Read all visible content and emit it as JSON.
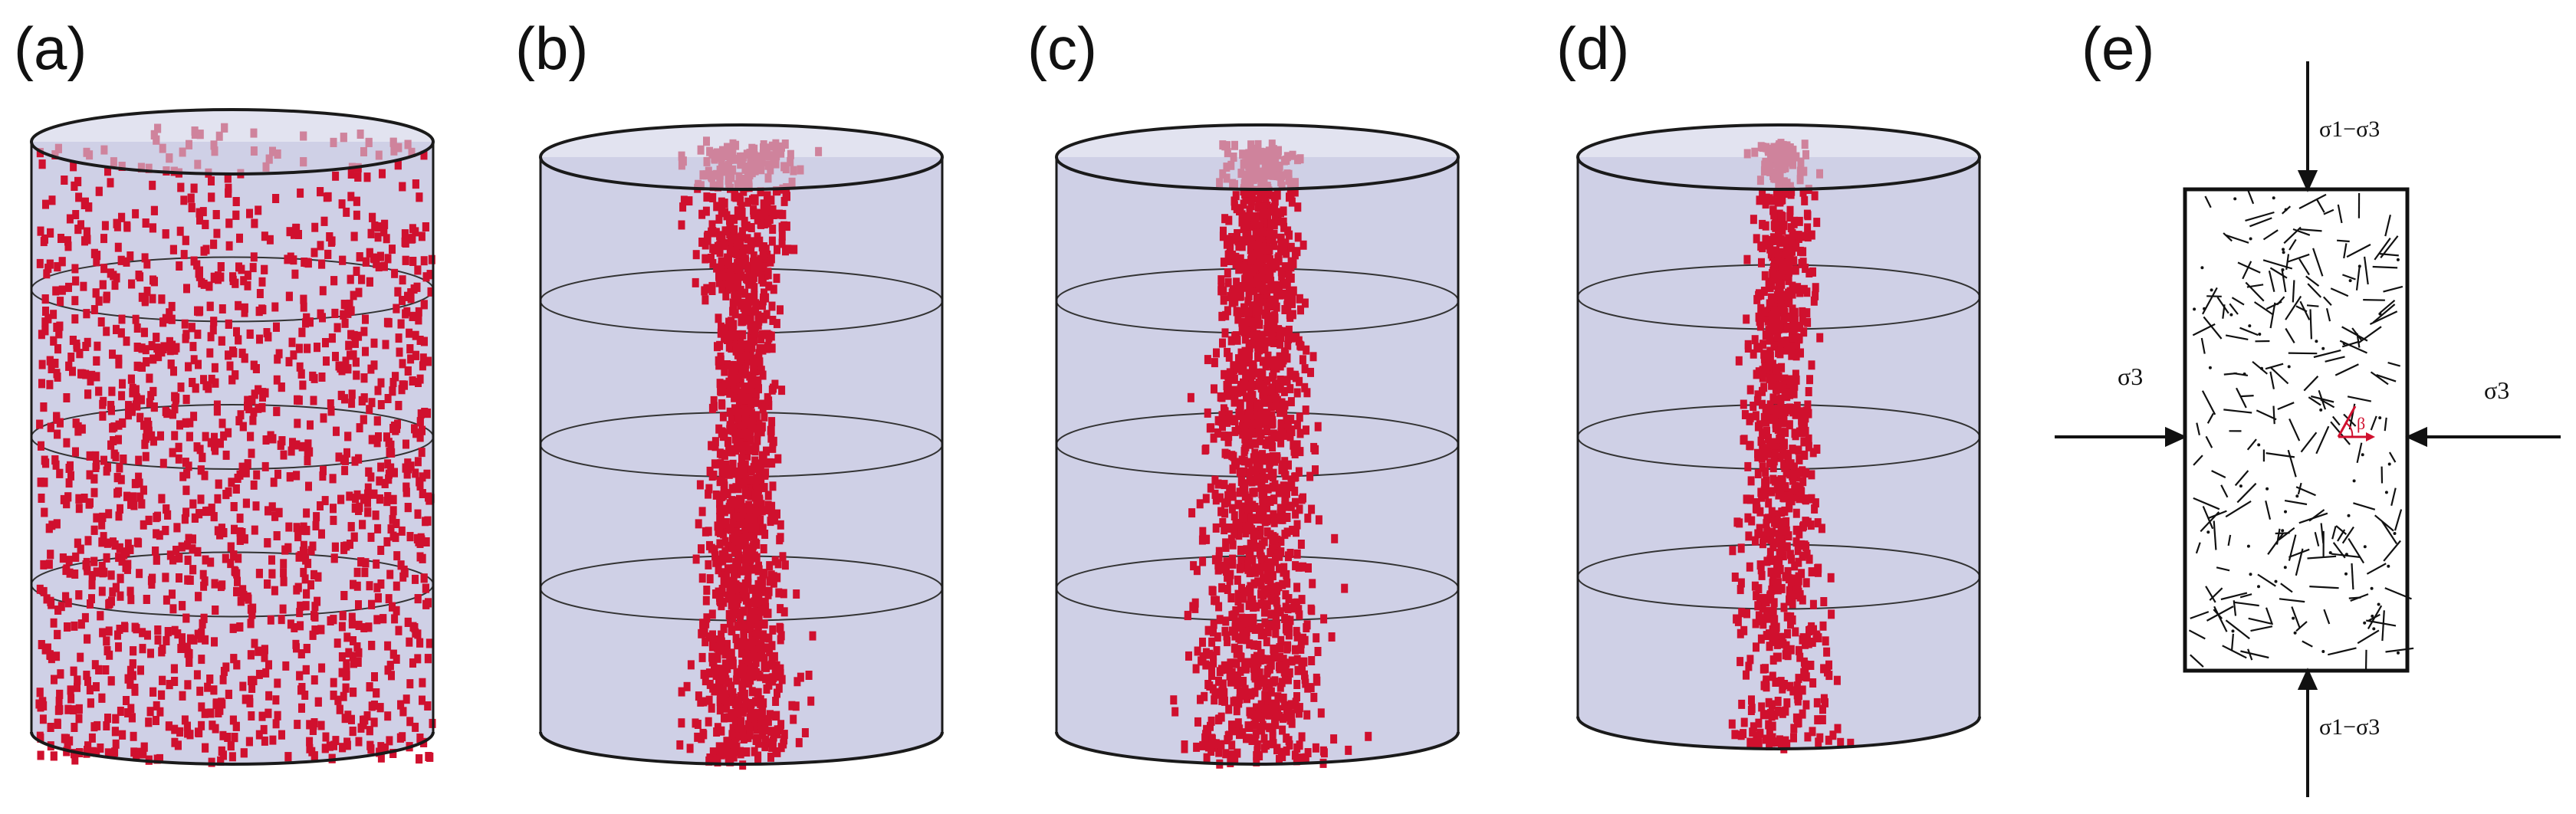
{
  "panels": [
    {
      "label": "(a)",
      "density": 1.0,
      "profile": "dense"
    },
    {
      "label": "(b)",
      "density": 0.55,
      "profile": "hourglass"
    },
    {
      "label": "(c)",
      "density": 0.6,
      "profile": "column"
    },
    {
      "label": "(d)",
      "density": 0.35,
      "profile": "narrow"
    },
    {
      "label": "(e)"
    }
  ],
  "stress_labels": {
    "top": "σ1−σ3",
    "bottom": "σ1−σ3",
    "left": "σ3",
    "right": "σ3",
    "angle": "β"
  },
  "colors": {
    "cylinder_fill": "#cfd0e6",
    "cylinder_stroke": "#1a1a1a",
    "crack": "#d0102e",
    "angle_mark": "#d0102e"
  }
}
